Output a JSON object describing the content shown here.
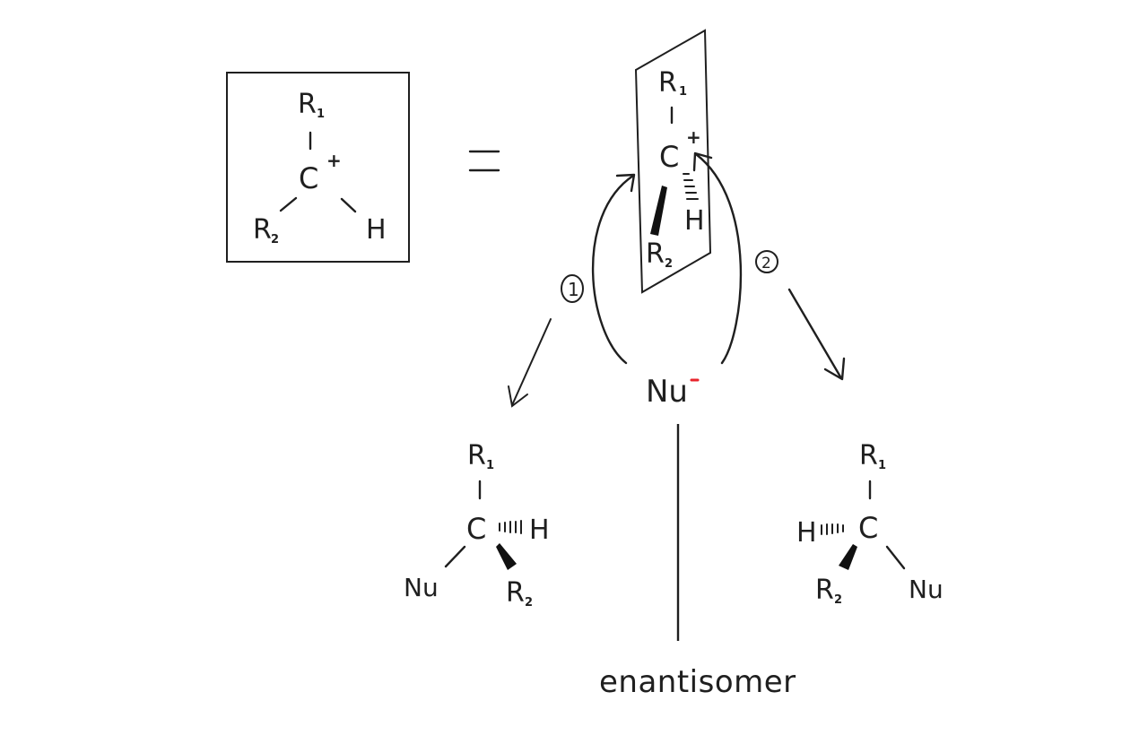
{
  "colors": {
    "carbon": "#22e01a",
    "nucleophile": "#e8242c",
    "ink": "#1f1f1f"
  },
  "left_box": {
    "r1": "R",
    "r1_sub": "1",
    "carbon": "C",
    "charge": "+",
    "r2": "R",
    "r2_sub": "2",
    "h": "H"
  },
  "equals_sign": "=",
  "plane": {
    "r1": "R",
    "r1_sub": "1",
    "carbon": "C",
    "charge": "+",
    "h": "H",
    "r2": "R",
    "r2_sub": "2"
  },
  "nucleophile": {
    "label": "Nu",
    "charge": "-"
  },
  "paths": {
    "path_1": "1",
    "path_2": "2"
  },
  "product_left": {
    "r1": "R",
    "r1_sub": "1",
    "carbon": "C",
    "h": "H",
    "nu": "Nu",
    "r2": "R",
    "r2_sub": "2"
  },
  "product_right": {
    "r1": "R",
    "r1_sub": "1",
    "carbon": "C",
    "h": "H",
    "r2": "R",
    "r2_sub": "2",
    "nu": "Nu"
  },
  "caption": "enantisomer"
}
